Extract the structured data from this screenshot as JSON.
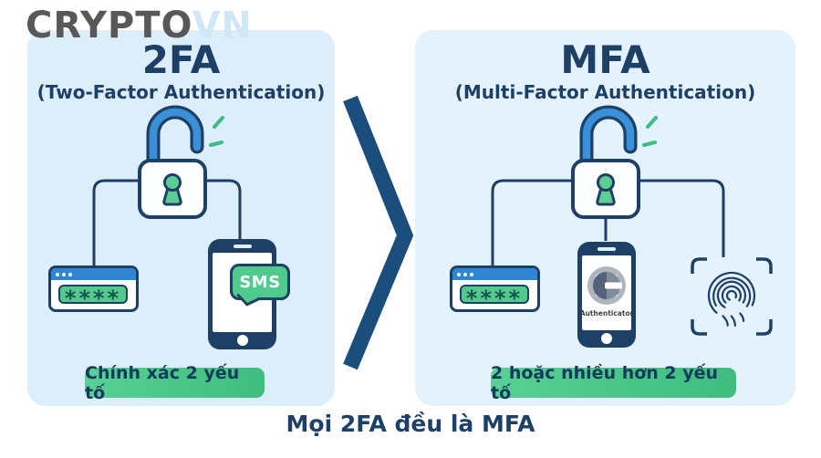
{
  "logo": {
    "part1": "CRYPTO",
    "part2": "VN"
  },
  "left_panel": {
    "title": "2FA",
    "subtitle": "(Two-Factor Authentication)",
    "password_value": "****",
    "sms_label": "SMS",
    "badge": "Chính xác 2 yếu tố"
  },
  "right_panel": {
    "title": "MFA",
    "subtitle": "(Multi-Factor Authentication)",
    "password_value": "****",
    "authenticator_label": "Authenticator",
    "badge": "2 hoặc nhiều hơn 2 yếu tố"
  },
  "caption": "Mọi 2FA đều là MFA",
  "icons": {
    "unlocked-padlock-icon": "open padlock with green keyhole and spark ticks",
    "password-window-icon": "browser window with masked password field",
    "smartphone-icon": "phone outline",
    "sms-bubble-icon": "green speech bubble labelled SMS",
    "authenticator-app-icon": "grey dial G logo",
    "fingerprint-scan-icon": "fingerprint inside scan brackets",
    "greater-than-icon": "large angle bracket between panels"
  },
  "colors": {
    "navy": "#1e3f66",
    "chevron_blue": "#1b4e7c",
    "accent_blue": "#3a91d8",
    "titlebar_blue": "#2f87d3",
    "green": "#4fca8c",
    "spark_green": "#3cbd85",
    "panel_left_bg": "#dbeefa",
    "panel_right_bg": "#e3f2fc",
    "logo_gray": "#57585a",
    "logo_light_blue": "#cfe7f7"
  }
}
